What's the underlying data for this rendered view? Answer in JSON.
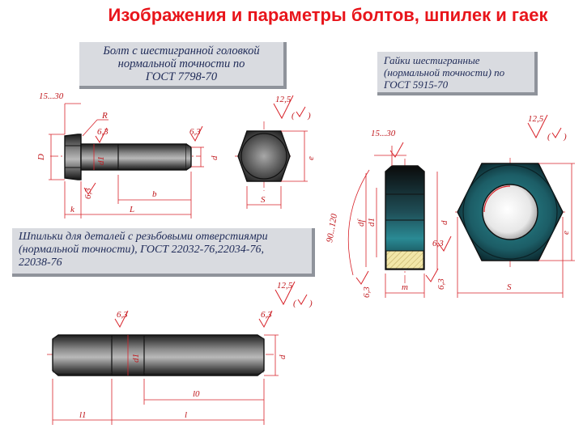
{
  "title": "Изображения и параметры болтов, шпилек и гаек",
  "captions": {
    "bolt": [
      "Болт с шестигранной головкой",
      "нормальной точности по",
      "ГОСТ 7798-70"
    ],
    "nut": [
      "Гайки шестигранные",
      "(нормальной точности) по",
      "ГОСТ 5915-70"
    ],
    "stud": [
      "Шпильки для деталей с резьбовыми отверстиямри",
      "(нормальной точности), ГОСТ 22032-76,22034-76,",
      "22038-76"
    ]
  },
  "bolt_labels": {
    "chamfer": "15...30",
    "R": "R",
    "roughness_a": "6,3",
    "roughness_b": "6,3",
    "roughness_c": "6,3",
    "D": "D",
    "d1": "d1",
    "d": "d",
    "b": "b",
    "k": "k",
    "L": "L",
    "e": "e",
    "S": "S",
    "general_roughness": "12,5"
  },
  "nut_labels": {
    "chamfer": "15...30",
    "angle": "90...120",
    "df": "df",
    "d1": "d1",
    "d": "d",
    "roughness_a": "6,3",
    "roughness_b": "6,3",
    "roughness_c": "6,3",
    "m": "m",
    "e": "e",
    "S": "S",
    "general_roughness": "12,5"
  },
  "stud_labels": {
    "roughness_a": "6,3",
    "roughness_b": "6,3",
    "d1": "d1",
    "d": "d",
    "l0": "l0",
    "l1": "l1",
    "l": "l",
    "general_roughness": "12,5"
  },
  "colors": {
    "title": "#e8151b",
    "dimension": "#d8232a",
    "caption_text": "#1e2a57"
  }
}
